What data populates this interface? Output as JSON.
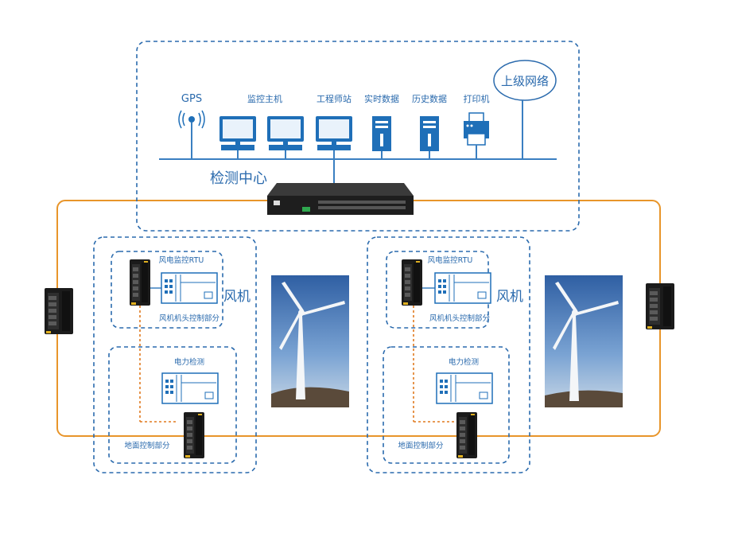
{
  "center": {
    "title": "检测中心",
    "gps_label": "GPS",
    "host_label": "监控主机",
    "engineer_label": "工程师站",
    "realtime_label": "实时数据",
    "history_label": "历史数据",
    "printer_label": "打印机",
    "upper_network_label": "上级网络"
  },
  "turbine_groups": [
    {
      "title": "风机",
      "rtu_label": "风电监控RTU",
      "nacelle_label": "风机机头控制部分",
      "power_label": "电力检测",
      "ground_label": "地面控制部分"
    },
    {
      "title": "风机",
      "rtu_label": "风电监控RTU",
      "nacelle_label": "风机机头控制部分",
      "power_label": "电力检测",
      "ground_label": "地面控制部分"
    }
  ],
  "colors": {
    "blue_dash": "#2a6aad",
    "ring": "#e8952a",
    "label_blue": "#2a6aad",
    "device_blue": "#1f6fb8",
    "bus_blue": "#3a7fc1",
    "fiber_orange": "#e07a1f",
    "switch_dark": "#222222"
  }
}
